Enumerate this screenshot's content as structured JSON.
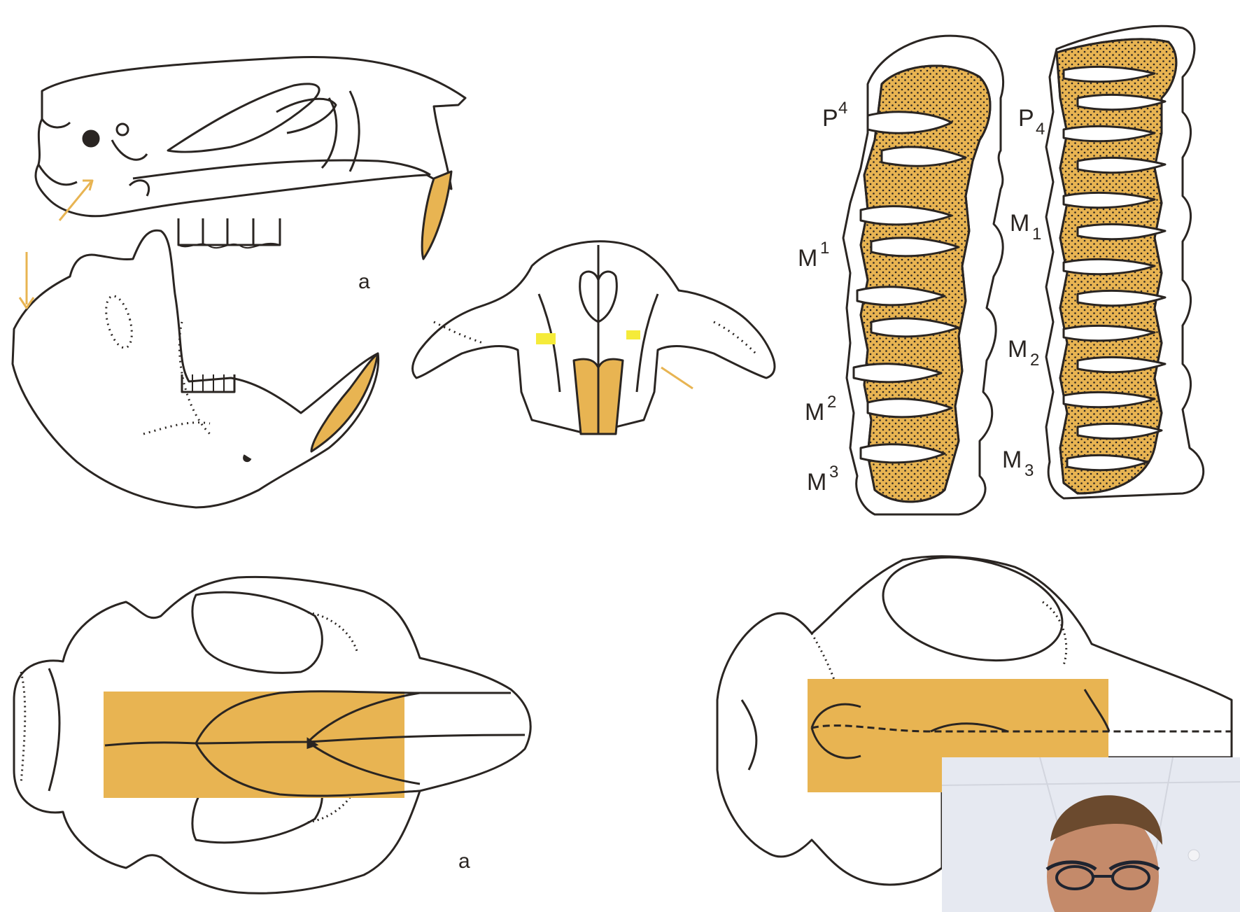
{
  "figure": {
    "lateral_view_label": "a",
    "dorsal_view_label": "a",
    "upper_tooth_labels": [
      {
        "base": "P",
        "sup": "4",
        "sub": ""
      },
      {
        "base": "M",
        "sup": "1",
        "sub": ""
      },
      {
        "base": "M",
        "sup": "2",
        "sub": ""
      },
      {
        "base": "M",
        "sup": "3",
        "sub": ""
      }
    ],
    "lower_tooth_labels": [
      {
        "base": "P",
        "sup": "",
        "sub": "4"
      },
      {
        "base": "M",
        "sup": "",
        "sub": "1"
      },
      {
        "base": "M",
        "sup": "",
        "sub": "2"
      },
      {
        "base": "M",
        "sup": "",
        "sub": "3"
      }
    ]
  },
  "colors": {
    "accent_orange": "#E8B452",
    "marker_yellow": "#F5EB3A",
    "line": "#2A2522"
  },
  "overlay": {
    "webcam_feed": "presenter-webcam"
  }
}
